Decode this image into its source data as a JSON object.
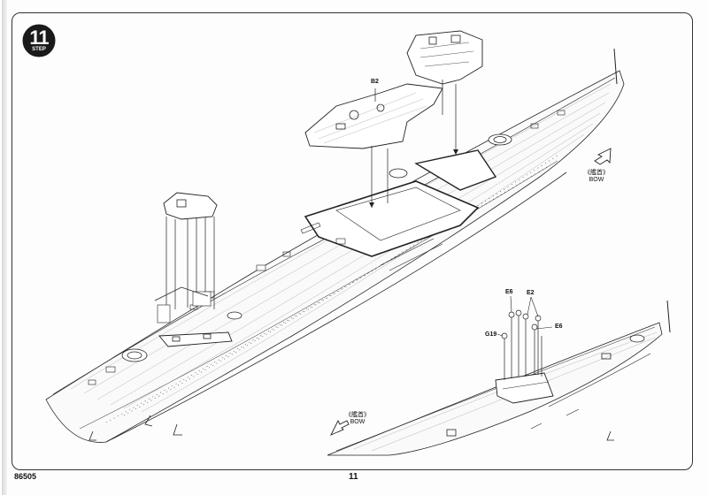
{
  "step": {
    "number": "11",
    "word": "STEP"
  },
  "parts": {
    "b2": "B2",
    "e6_top": "E6",
    "e2": "E2",
    "e6_right": "E6",
    "g19": "G19"
  },
  "bow_upper": {
    "cn": "《艦首》",
    "en": "BOW"
  },
  "bow_lower": {
    "cn": "《艦首》",
    "en": "BOW"
  },
  "footer": {
    "code": "86505",
    "page": "11"
  }
}
